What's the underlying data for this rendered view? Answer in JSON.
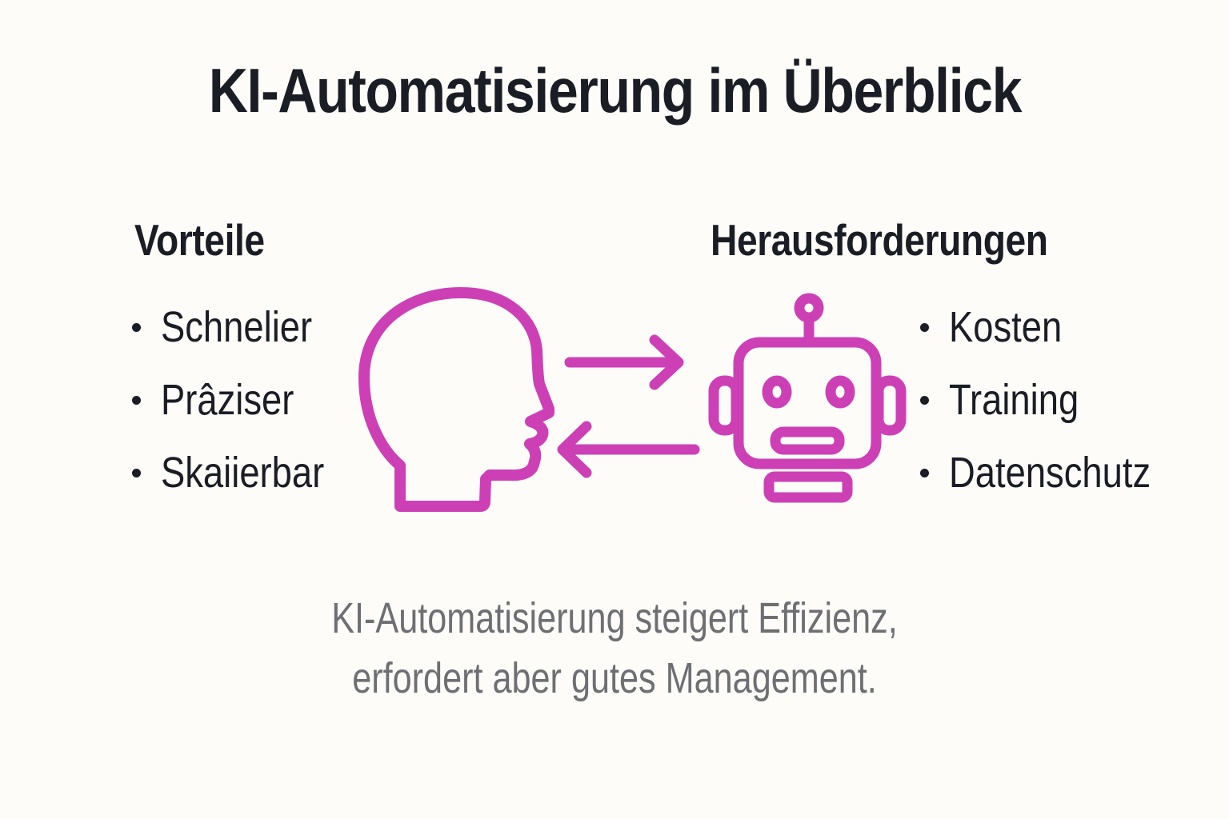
{
  "page": {
    "title": "KI-Automatisierung im Überblick",
    "caption_line1": "KI-Automatisierung steigert Effizienz,",
    "caption_line2": "erfordert aber gutes Management."
  },
  "advantages": {
    "heading": "Vorteile",
    "items": [
      "Schnelier",
      "Prâziser",
      "Skaiierbar"
    ]
  },
  "challenges": {
    "heading": "Herausforderungen",
    "items": [
      "Kosten",
      "Training",
      "Datenschutz"
    ]
  },
  "icons": {
    "left": "human-head-profile-icon",
    "center_top": "arrow-right-icon",
    "center_bottom": "arrow-left-icon",
    "right": "robot-face-icon"
  },
  "colors": {
    "accent_pink": "#cd40b5",
    "background": "#fdfcf9",
    "text_dark": "#1a1d24",
    "text_gray": "#6e6f72"
  }
}
